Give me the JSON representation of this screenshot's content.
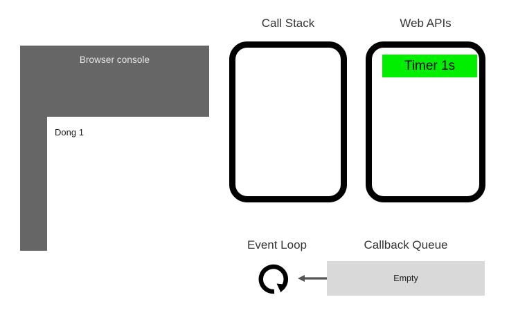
{
  "console": {
    "title": "Browser console",
    "lines": [
      "Dong 1"
    ]
  },
  "call_stack": {
    "title": "Call Stack",
    "frames": []
  },
  "web_apis": {
    "title": "Web APIs",
    "tasks": [
      {
        "label": "Timer 1s",
        "color": "#00ee00"
      }
    ]
  },
  "event_loop": {
    "title": "Event Loop",
    "icon": "circular-arrow-icon"
  },
  "callback_queue": {
    "title": "Callback Queue",
    "status": "Empty"
  },
  "arrow": {
    "direction": "left",
    "color": "#555555"
  },
  "colors": {
    "console_frame": "#666666",
    "console_screen": "#ffffff",
    "box_border": "#000000",
    "timer_green": "#00ee00",
    "queue_gray": "#d9d9d9",
    "title_text": "#333333"
  }
}
